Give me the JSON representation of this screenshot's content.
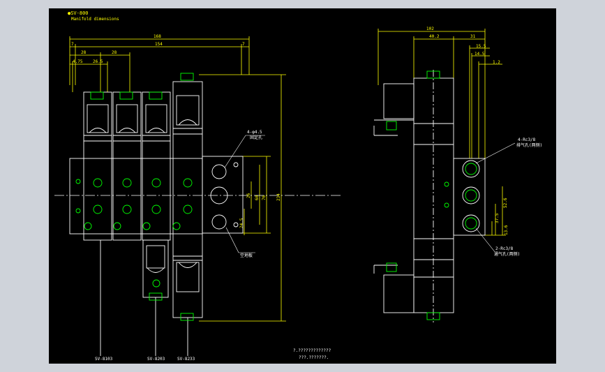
{
  "header": {
    "model": "●SV-800",
    "subtitle": "Manifold dimensions"
  },
  "dimensions": {
    "overall_168": "168",
    "d7_left": "7",
    "d154": "154",
    "d7_right": "7",
    "d28_a": "28",
    "d28_b": "28",
    "d4_75": "4.75",
    "d26_5": "26.5",
    "d234": "234",
    "d76": "76",
    "d60": "60",
    "d26": "26",
    "d24_5": "24.5",
    "side_102": "102",
    "side_40_2": "40.2",
    "side_31": "31",
    "side_15_5": "15.5",
    "side_14_5": "14.5",
    "side_1_2": "1.2",
    "side_52_6": "52.6",
    "side_37_5": "37.5",
    "side_13_6": "13.6"
  },
  "callouts": {
    "mount_holes_code": "4-φ4.5",
    "mount_holes_desc": "固定孔",
    "pilot_port": "空地板",
    "side_ports_code": "4-Rc3/8",
    "side_ports_desc": "排气孔(两侧)",
    "lower_ports_code": "2-Rc3/8",
    "lower_ports_desc": "通气孔(两侧)"
  },
  "models": {
    "left": "SV-8103",
    "mid": "SV-8203",
    "right": "SV-8233"
  },
  "note": {
    "line1": "?.?????????????",
    "line2": "???.???????."
  },
  "colors": {
    "background": "#000000",
    "frame": "#cfd3da",
    "outline": "#ffffff",
    "dimension": "#ffff00",
    "fitting": "#00ff00"
  }
}
